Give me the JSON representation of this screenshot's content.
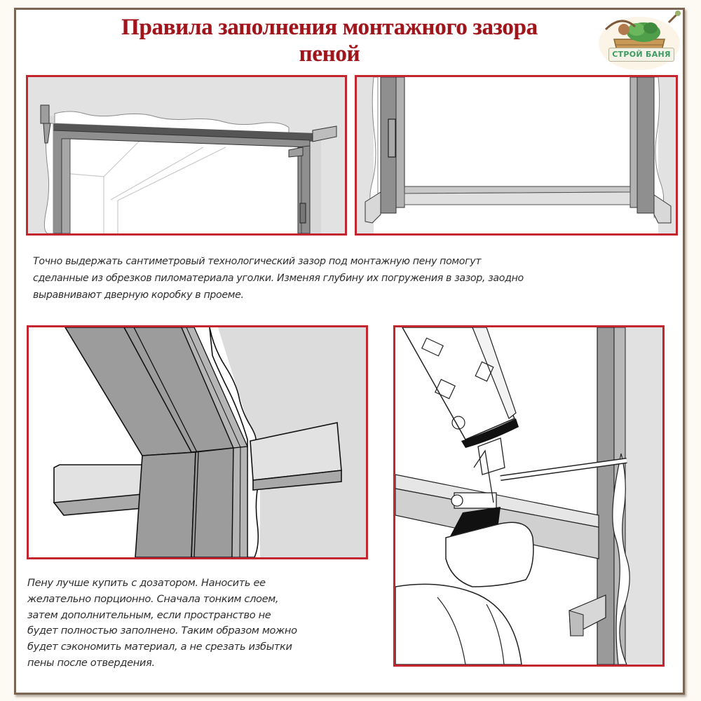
{
  "document": {
    "title": "Правила заполнения монтажного зазора пеной",
    "title_lines": [
      "Правила заполнения монтажного зазора",
      "пеной"
    ],
    "logo": {
      "icon": "bathhouse-tub-icon",
      "label": "СТРОЙ БАНЯ"
    },
    "colors": {
      "title": "#a0151c",
      "panel_border": "#c3262f",
      "frame_border": "#7a6652",
      "caption_text": "#2e2e2e"
    },
    "panels": [
      {
        "id": "p1",
        "illustration": "door-frame-top-with-wedges-and-foam"
      },
      {
        "id": "p2",
        "illustration": "door-frame-bottom-with-wedges"
      },
      {
        "id": "p3",
        "illustration": "door-frame-corner-with-wooden-wedge"
      },
      {
        "id": "p4",
        "illustration": "foam-gun-filling-gap"
      }
    ],
    "captions": [
      {
        "lines": [
          "Точно выдержать сантиметровый технологический зазор под монтажную пену помогут",
          "сделанные из обрезков пиломатериала уголки. Изменяя глубину их погружения в зазор, заодно",
          "выравнивают дверную коробку в проеме."
        ]
      },
      {
        "lines": [
          "Пену лучше купить с дозатором. Наносить ее",
          "желательно порционно. Сначала тонким слоем,",
          "затем дополнительным, если пространство не",
          "будет полностью заполнено. Таким образом можно",
          "будет сэкономить материал, а не срезать избытки",
          "пены после отвердения."
        ]
      }
    ]
  }
}
